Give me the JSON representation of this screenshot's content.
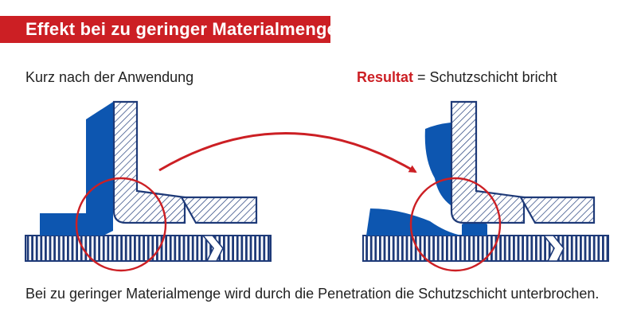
{
  "title": "Effekt bei zu geringer Materialmenge",
  "left_caption": "Kurz nach der Anwendung",
  "right_caption": {
    "highlight": "Resultat",
    "rest": " = Schutzschicht bricht"
  },
  "footer": "Bei zu geringer Materialmenge wird durch die Penetration die Schutzschicht unterbrochen.",
  "colors": {
    "accent_red": "#cc1f24",
    "navy": "#1e3a78",
    "material_blue": "#0d56b0",
    "text": "#222222"
  }
}
